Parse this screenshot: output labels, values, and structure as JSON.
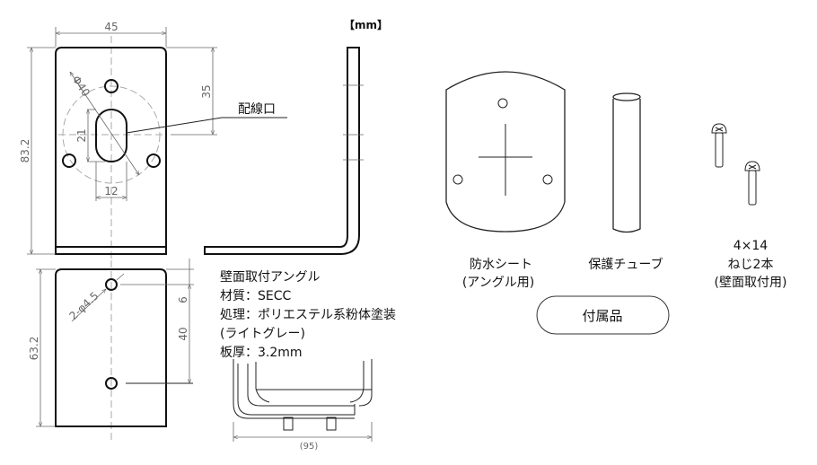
{
  "unit_label": "【mm】",
  "front_view": {
    "dim_width": "45",
    "dim_height": "83.2",
    "dim_hole_circle": "Φ40",
    "dim_slot_height": "21",
    "dim_slot_width": "12",
    "dim_center_from_top": "35",
    "callout_wiring_port": "配線口"
  },
  "bottom_view": {
    "dim_height": "63.2",
    "dim_top_offset": "6",
    "dim_hole_spacing": "40",
    "dim_holes": "2-φ4.5"
  },
  "specs": [
    "壁面取付アングル",
    "材質：SECC",
    "処理：ポリエステル系粉体塗装",
    "(ライトグレー)",
    "板厚：3.2mm"
  ],
  "installed_view": {
    "dim_width": "(95)"
  },
  "accessories": {
    "title": "付属品",
    "sheet": {
      "line1": "防水シート",
      "line2": "(アングル用)"
    },
    "tube": {
      "label": "保護チューブ"
    },
    "screws": {
      "size": "4×14",
      "line1": "ねじ2本",
      "line2": "(壁面取付用)"
    }
  }
}
